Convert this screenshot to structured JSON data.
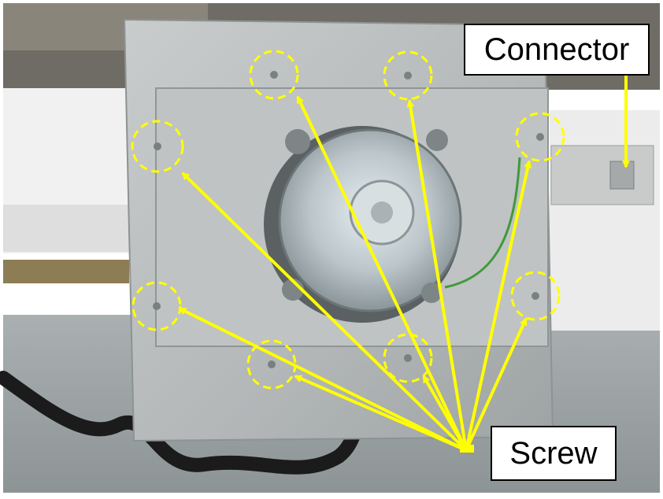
{
  "labels": {
    "connector": "Connector",
    "screw": "Screw"
  },
  "colors": {
    "annotation": "#ffff00",
    "label_border": "#000000",
    "panel": "#b8bcbc",
    "foam": "#f1f1f1"
  },
  "photo": {
    "subject": "fan-motor-assembly",
    "screw_markers": 8,
    "connector_markers": 1
  }
}
